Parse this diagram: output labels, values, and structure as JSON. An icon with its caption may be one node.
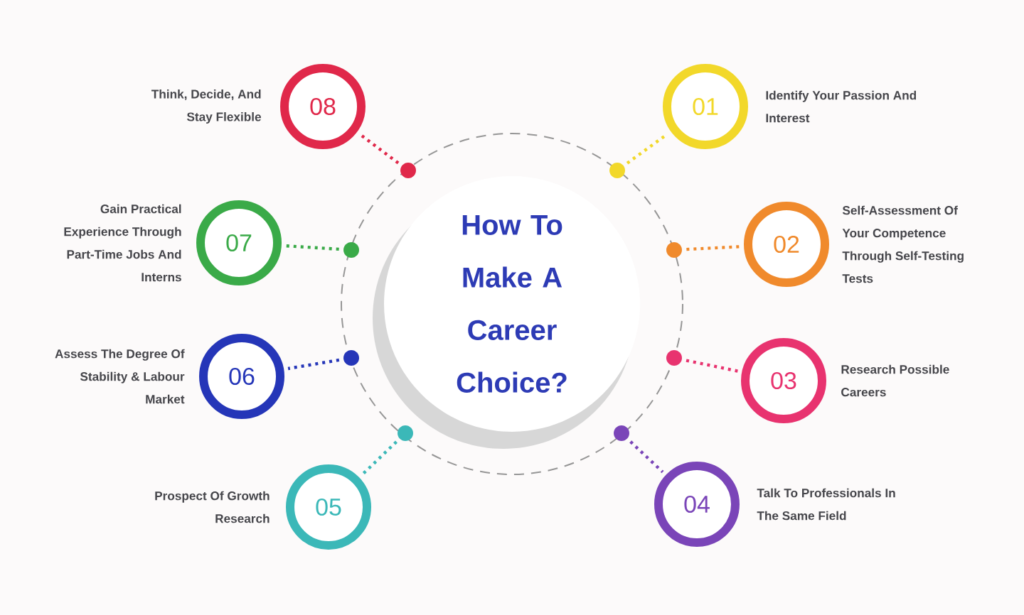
{
  "diagram": {
    "nodes": [
      {
        "text": [
          "How To Make A Career Choice?"
        ]
      },
      {
        "text": [
          "01"
        ],
        "beside": [
          "Identify Your Passion And Interest"
        ]
      },
      {
        "text": [
          "02"
        ],
        "beside": [
          "Self-Assessment Of Your Competence Through Self-Testing Tests"
        ]
      },
      {
        "text": [
          "03"
        ],
        "beside": [
          "Research Possible Careers"
        ]
      },
      {
        "text": [
          "04"
        ],
        "beside": [
          "Talk To Professionals In The Same Field"
        ]
      },
      {
        "text": [
          "05"
        ],
        "beside": [
          "Prospect Of Growth Research"
        ]
      },
      {
        "text": [
          "06"
        ],
        "beside": [
          "Assess The Degree Of Stability & Labour Market"
        ]
      },
      {
        "text": [
          "07"
        ],
        "beside": [
          "Gain Practical Experience Through Part-Time Jobs And Interns"
        ]
      },
      {
        "text": [
          "08"
        ],
        "beside": [
          "Think, Decide, And Stay Flexible"
        ]
      },
      {
        "text": [],
        "shape": "circle"
      },
      {
        "text": [],
        "shape": "circle"
      },
      {
        "text": [],
        "shape": "circle"
      },
      {
        "text": [],
        "shape": "circle"
      },
      {
        "text": [],
        "shape": "circle"
      },
      {
        "text": [],
        "shape": "circle"
      },
      {
        "text": [],
        "shape": "circle"
      },
      {
        "text": [],
        "shape": "circle"
      }
    ],
    "edges": [
      {
        "from": 10,
        "to": 1,
        "arrow": "none",
        "style": "dashed",
        "color": "#f2d82a"
      },
      {
        "from": 12,
        "to": 2,
        "arrow": "none",
        "style": "dashed",
        "color": "#f08a2c"
      },
      {
        "from": 14,
        "to": 3,
        "arrow": "none",
        "style": "dashed",
        "color": "#e8336f"
      },
      {
        "from": 16,
        "to": 4,
        "arrow": "none",
        "style": "dashed",
        "color": "#7a45b8"
      },
      {
        "from": 15,
        "to": 5,
        "arrow": "none",
        "style": "dashed",
        "color": "#3bb8b8"
      },
      {
        "from": 13,
        "to": 6,
        "arrow": "none",
        "style": "dashed",
        "color": "#2536b8"
      },
      {
        "from": 11,
        "to": 7,
        "arrow": "none",
        "style": "dashed",
        "color": "#3aaa48"
      },
      {
        "from": 9,
        "to": 8,
        "arrow": "none",
        "style": "dashed",
        "color": "#e0284a"
      }
    ]
  }
}
